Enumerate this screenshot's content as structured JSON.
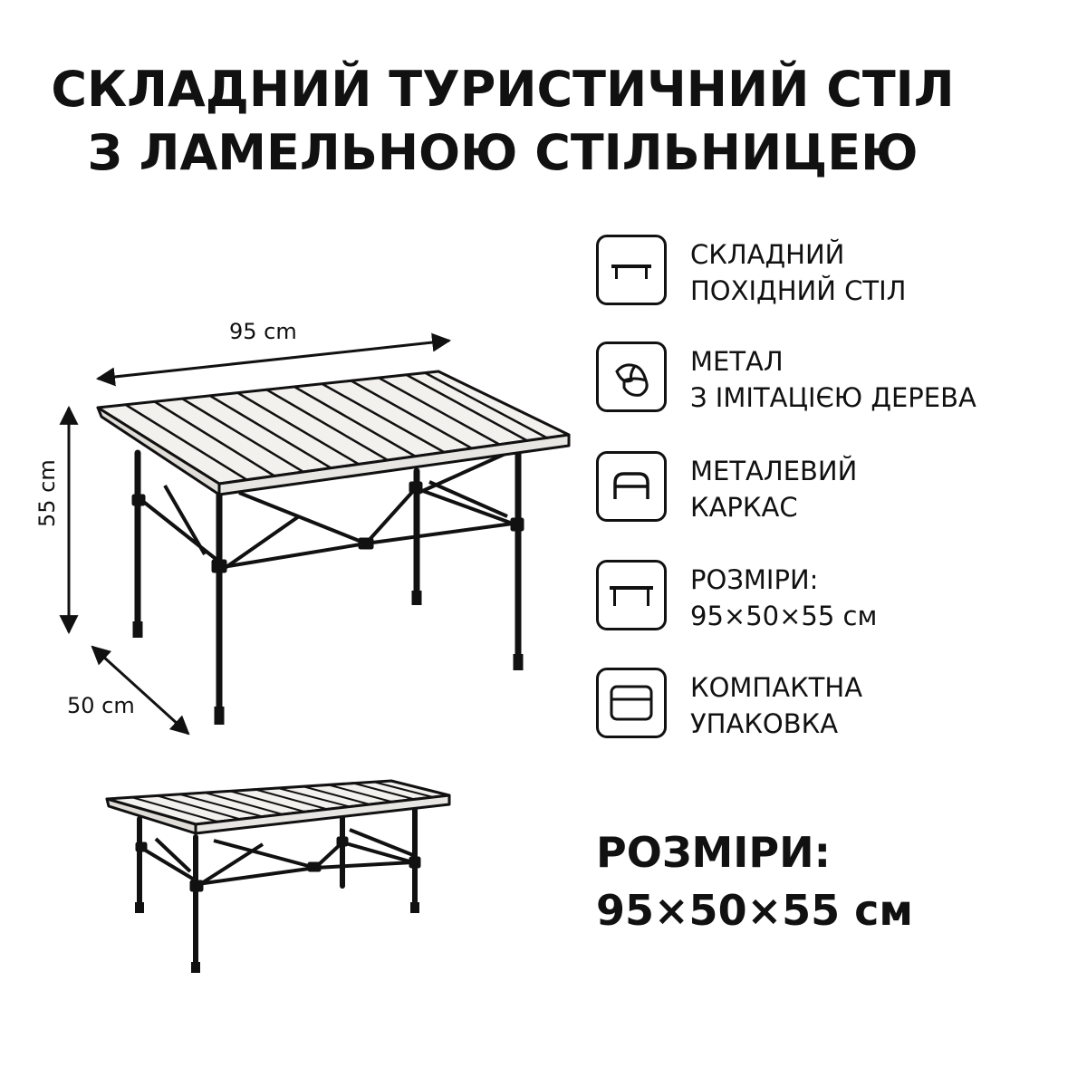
{
  "title": {
    "line1": "СКЛАДНИЙ ТУРИСТИЧНИЙ СТІЛ",
    "line2": "З ЛАМЕЛЬНОЮ СТІЛЬНИЦЕЮ"
  },
  "dimensions": {
    "width": "95 cm",
    "height": "55 cm",
    "depth": "50 cm"
  },
  "features": [
    {
      "icon": "table-icon",
      "line1": "СКЛАДНИЙ",
      "line2": "ПОХІДНИЙ СТІЛ"
    },
    {
      "icon": "wood-metal-icon",
      "line1": "МЕТАЛ",
      "line2": "З ІМІТАЦІЄЮ ДЕРЕВА"
    },
    {
      "icon": "frame-icon",
      "line1": "МЕТАЛЕВИЙ",
      "line2": "КАРКАС"
    },
    {
      "icon": "size-table-icon",
      "line1": "РОЗМІРИ:",
      "line2": "95×50×55 см"
    },
    {
      "icon": "package-icon",
      "line1": "КОМПАКТНА",
      "line2": "УПАКОВКА"
    }
  ],
  "size_block": {
    "line1": "РОЗМІРИ:",
    "line2": "95×50×55 см"
  }
}
